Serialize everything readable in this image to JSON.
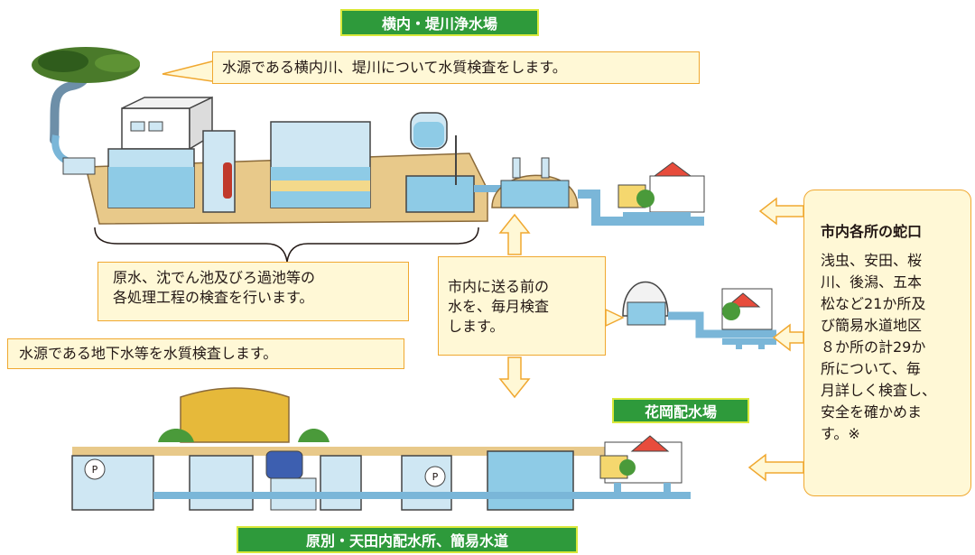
{
  "labels": {
    "plant_top": "横内・堤川浄水場",
    "reservoir_hanaoka": "花岡配水場",
    "plant_bottom": "原別・天田内配水所、簡易水道"
  },
  "notes": {
    "source_river": "水源である横内川、堤川について水質検査をします。",
    "process_check": "原水、沈でん池及びろ過池等の\n各処理工程の検査を行います。",
    "groundwater": "水源である地下水等を水質検査します。",
    "monthly_check": "市内に送る前の\n水を、毎月検査\nします。"
  },
  "taps": {
    "title": "市内各所の蛇口",
    "body": "浅虫、安田、桜\n川、後潟、五本\n松など21か所及\nび簡易水道地区\n８か所の計29か\n所について、毎\n月詳しく検査し、\n安全を確かめま\nす。※"
  },
  "colors": {
    "label_green": "#2e9a3b",
    "note_fill": "#fff8d6",
    "note_border": "#f0a830",
    "water_blue": "#8ecbe6",
    "earth_tan": "#e8c98a"
  },
  "icons": {
    "pump_letter": "P"
  }
}
